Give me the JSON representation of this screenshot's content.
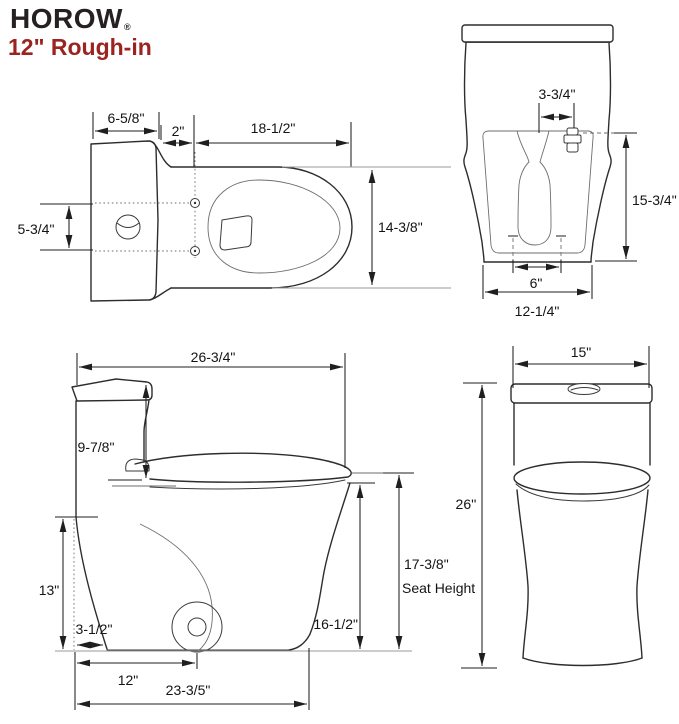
{
  "header": {
    "brand": "HOROW",
    "registered_mark": "®",
    "subtitle": "12\" Rough-in",
    "subtitle_color": "#9b2420"
  },
  "top_view": {
    "tank_width": "6-5/8\"",
    "tank_to_seat_holes": "2\"",
    "bowl_length": "18-1/2\"",
    "bowl_width": "14-3/8\"",
    "button_span": "5-3/4\""
  },
  "back_view": {
    "inlet_offset": "3-3/4\"",
    "inlet_height": "15-3/4\"",
    "bolt_spacing": "6\"",
    "base_width": "12-1/4\""
  },
  "side_view": {
    "total_depth": "26-3/4\"",
    "tank_above_seat": "9-7/8\"",
    "back_height": "13\"",
    "base_setback": "3-1/2\"",
    "rough_in": "12\"",
    "base_length": "23-3/5\"",
    "rim_height": "16-1/2\"",
    "seat_height_value": "17-3/8\"",
    "seat_height_label": "Seat Height"
  },
  "front_view": {
    "tank_width": "15\"",
    "total_height": "26''"
  }
}
